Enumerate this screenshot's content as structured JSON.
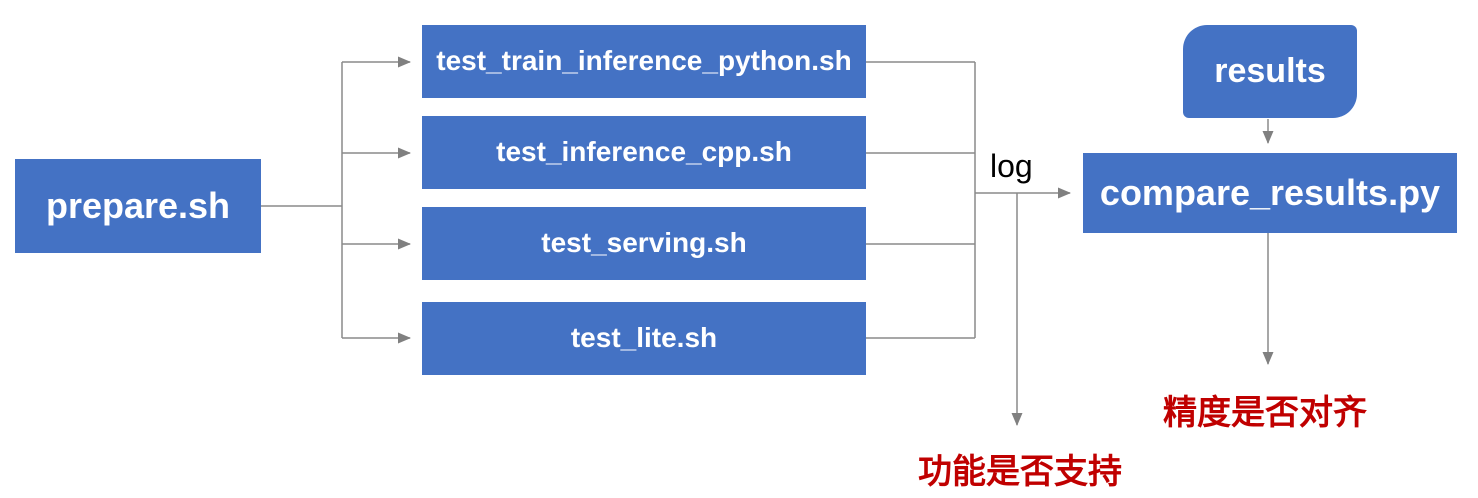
{
  "diagram": {
    "title": "test pipeline flowchart",
    "nodes": {
      "prepare": {
        "label": "prepare.sh",
        "shape": "rectangle"
      },
      "tests": [
        {
          "label": "test_train_inference_python.sh",
          "shape": "rectangle"
        },
        {
          "label": "test_inference_cpp.sh",
          "shape": "rectangle"
        },
        {
          "label": "test_serving.sh",
          "shape": "rectangle"
        },
        {
          "label": "test_lite.sh",
          "shape": "rectangle"
        }
      ],
      "results": {
        "label": "results",
        "shape": "rounded-alternate-corners"
      },
      "compare": {
        "label": "compare_results.py",
        "shape": "rectangle"
      }
    },
    "edge_labels": {
      "log": "log"
    },
    "outcomes": {
      "function_support": {
        "label": "功能是否支持"
      },
      "accuracy_alignment": {
        "label": "精度是否对齐"
      }
    },
    "colors": {
      "node_fill": "#4472C4",
      "node_text": "#FFFFFF",
      "connector": "#8A8A8A",
      "arrowhead": "#808080",
      "edge_label_text": "#000000",
      "outcome_text": "#C00000",
      "background": "#FFFFFF"
    },
    "edges": [
      "prepare.sh -> test_train_inference_python.sh",
      "prepare.sh -> test_inference_cpp.sh",
      "prepare.sh -> test_serving.sh",
      "prepare.sh -> test_lite.sh",
      "tests -> (log) -> compare_results.py",
      "log -> 功能是否支持",
      "results -> compare_results.py",
      "compare_results.py -> 精度是否对齐"
    ]
  }
}
